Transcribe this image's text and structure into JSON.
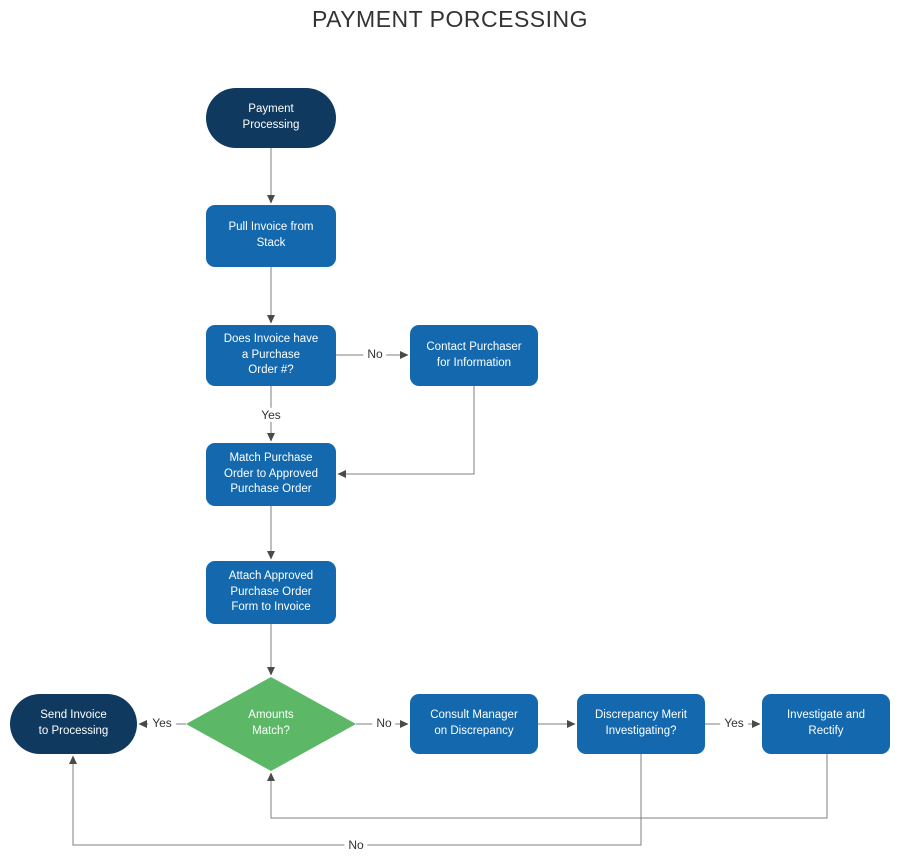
{
  "title": "PAYMENT PORCESSING",
  "colors": {
    "terminator_fill": "#0F395E",
    "process_fill": "#1368AE",
    "decision_fill": "#5CB867",
    "connector_line": "#7F7F7F",
    "arrowhead": "#4A4A4A",
    "shape_text": "#FFFFFF",
    "label_text": "#333333",
    "title_text": "#333333"
  },
  "nodes": {
    "start": {
      "type": "terminator",
      "label": "Payment\nProcessing"
    },
    "pull": {
      "type": "process",
      "label": "Pull  Invoice from\nStack"
    },
    "has_po": {
      "type": "process",
      "label": "Does Invoice have\na Purchase\nOrder #?"
    },
    "contact": {
      "type": "process",
      "label": "Contact Purchaser\nfor Information"
    },
    "match": {
      "type": "process",
      "label": "Match  Purchase\nOrder to Approved\nPurchase Order"
    },
    "attach": {
      "type": "process",
      "label": "Attach Approved\nPurchase Order\nForm to Invoice"
    },
    "amounts_match": {
      "type": "decision",
      "label": "Amounts\nMatch?"
    },
    "send": {
      "type": "terminator",
      "label": "Send Invoice\nto Processing"
    },
    "consult": {
      "type": "process",
      "label": "Consult Manager\non Discrepancy"
    },
    "merit": {
      "type": "process",
      "label": "Discrepancy Merit\nInvestigating?"
    },
    "investigate": {
      "type": "process",
      "label": "Investigate and\nRectify"
    }
  },
  "edges": {
    "start_to_pull": {
      "from": "start",
      "to": "pull",
      "label": ""
    },
    "pull_to_has_po": {
      "from": "pull",
      "to": "has_po",
      "label": ""
    },
    "has_po_no": {
      "from": "has_po",
      "to": "contact",
      "label": "No"
    },
    "has_po_yes": {
      "from": "has_po",
      "to": "match",
      "label": "Yes"
    },
    "contact_to_match": {
      "from": "contact",
      "to": "match",
      "label": ""
    },
    "match_to_attach": {
      "from": "match",
      "to": "attach",
      "label": ""
    },
    "attach_to_decision": {
      "from": "attach",
      "to": "amounts_match",
      "label": ""
    },
    "amounts_yes": {
      "from": "amounts_match",
      "to": "send",
      "label": "Yes"
    },
    "amounts_no": {
      "from": "amounts_match",
      "to": "consult",
      "label": "No"
    },
    "consult_to_merit": {
      "from": "consult",
      "to": "merit",
      "label": ""
    },
    "merit_yes": {
      "from": "merit",
      "to": "investigate",
      "label": "Yes"
    },
    "investigate_back": {
      "from": "investigate",
      "to": "amounts_match",
      "label": ""
    },
    "merit_no": {
      "from": "merit",
      "to": "send",
      "label": "No"
    }
  }
}
